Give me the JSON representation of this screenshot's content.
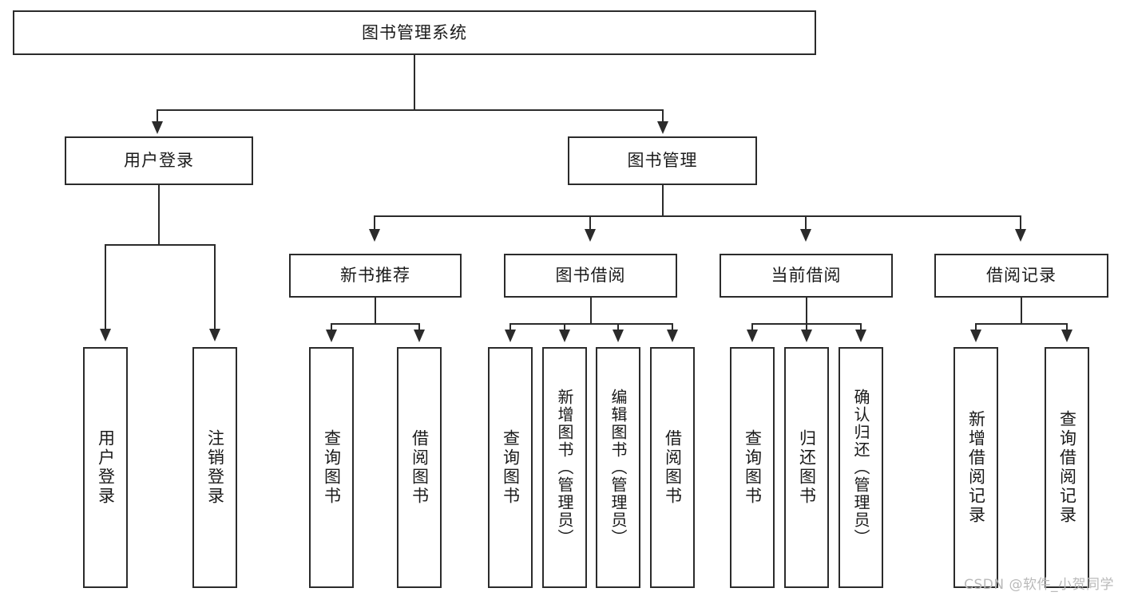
{
  "diagram": {
    "type": "tree-hierarchy-chart",
    "title": "图书管理系统",
    "root": {
      "label": "图书管理系统"
    },
    "level2": [
      {
        "label": "用户登录"
      },
      {
        "label": "图书管理"
      }
    ],
    "level3": [
      {
        "label": "新书推荐"
      },
      {
        "label": "图书借阅"
      },
      {
        "label": "当前借阅"
      },
      {
        "label": "借阅记录"
      }
    ],
    "leaves": {
      "user_login": [
        {
          "label": "用户登录"
        },
        {
          "label": "注销登录"
        }
      ],
      "new_book_recommend": [
        {
          "label": "查询图书"
        },
        {
          "label": "借阅图书"
        }
      ],
      "book_borrow": [
        {
          "label": "查询图书"
        },
        {
          "label": "新增图书（管理员）"
        },
        {
          "label": "编辑图书（管理员）"
        },
        {
          "label": "借阅图书"
        }
      ],
      "current_borrow": [
        {
          "label": "查询图书"
        },
        {
          "label": "归还图书"
        },
        {
          "label": "确认归还（管理员）"
        }
      ],
      "borrow_record": [
        {
          "label": "新增借阅记录"
        },
        {
          "label": "查询借阅记录"
        }
      ]
    }
  },
  "watermark": {
    "text": "CSDN @软件_小贺同学"
  },
  "colors": {
    "stroke": "#2b2b2b",
    "fill": "#ffffff",
    "text": "#1a1a1a",
    "watermark": "#b9b9b9"
  }
}
